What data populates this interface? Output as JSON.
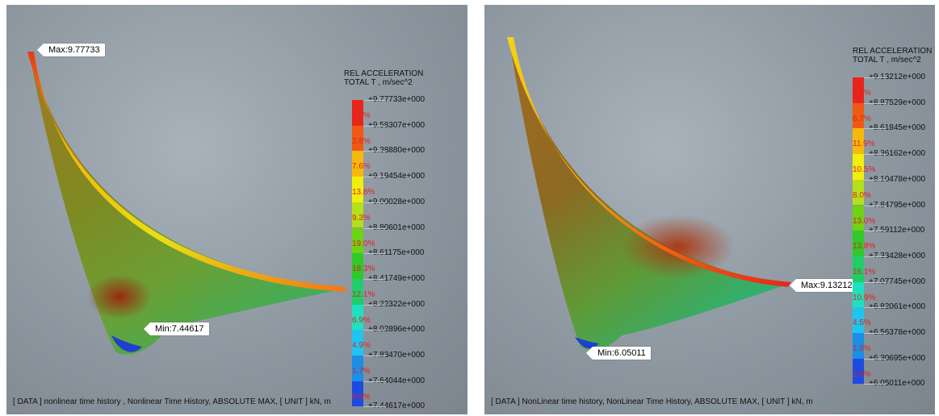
{
  "left": {
    "max_label": "Max:9.77733",
    "min_label": "Min:7.44617",
    "legend_title_1": "REL ACCELERATION",
    "legend_title_2": "TOTAL T , m/sec^2",
    "values": [
      "+9.77733e+000",
      "+9.58307e+000",
      "+9.38880e+000",
      "+9.19454e+000",
      "+9.00028e+000",
      "+8.80601e+000",
      "+8.61175e+000",
      "+8.41749e+000",
      "+8.22322e+000",
      "+8.02896e+000",
      "+7.83470e+000",
      "+7.64044e+000",
      "+7.44617e+000"
    ],
    "percents": [
      "2.8%",
      "2.8%",
      "7.6%",
      "13.8%",
      "9.3%",
      "19.0%",
      "18.3%",
      "12.1%",
      "6.9%",
      "4.9%",
      "1.7%",
      "0.9%"
    ],
    "footer": "[ DATA ]  nonlinear time history ,  Nonlinear Time History,  ABSOLUTE MAX,  [ UNIT ]   kN,  m"
  },
  "right": {
    "max_label": "Max:9.13212",
    "min_label": "Min:6.05011",
    "legend_title_1": "REL ACCELERATION",
    "legend_title_2": "TOTAL T , m/sec^2",
    "values": [
      "+9.13212e+000",
      "+8.87529e+000",
      "+8.61845e+000",
      "+8.36162e+000",
      "+8.10478e+000",
      "+7.84795e+000",
      "+7.59112e+000",
      "+7.33428e+000",
      "+7.07745e+000",
      "+6.82061e+000",
      "+6.56378e+000",
      "+6.30695e+000",
      "+6.05011e+000"
    ],
    "percents": [
      "2.1%",
      "6.7%",
      "11.9%",
      "10.5%",
      "8.0%",
      "13.0%",
      "13.8%",
      "16.1%",
      "10.9%",
      "4.5%",
      "1.6%",
      "1.0%"
    ],
    "footer": "[ DATA ]  NonLinear time history,  NonLinear Time History,  ABSOLUTE MAX,  [ UNIT ]   kN,  m"
  },
  "colors": [
    "#e8251b",
    "#ee5a12",
    "#f6b80a",
    "#f2ee0e",
    "#b6e017",
    "#6fd212",
    "#2fc92a",
    "#1fce6a",
    "#20e0c0",
    "#1ec6ef",
    "#1b8ee6",
    "#1c4be0",
    "#1b22d6"
  ]
}
